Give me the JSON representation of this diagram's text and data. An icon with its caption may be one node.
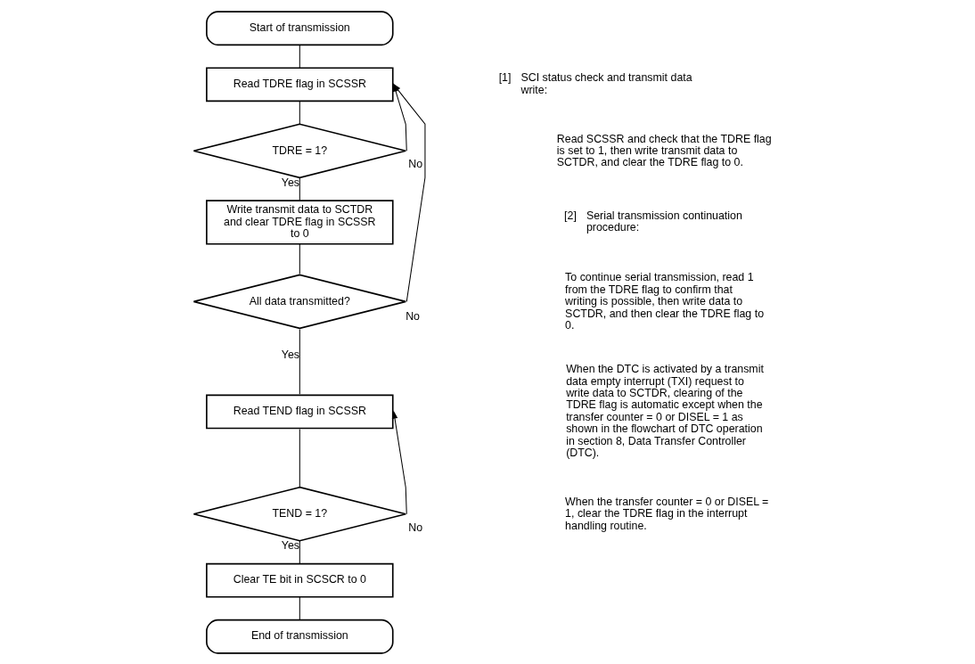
{
  "diagram": {
    "nodes": [
      {
        "text": [
          "Start of transmission"
        ]
      },
      {
        "text": [
          "Read TDRE flag in SCSSR"
        ]
      },
      {
        "text": [
          "TDRE = 1?"
        ]
      },
      {
        "text": [
          "Write transmit data to SCTDR and clear TDRE flag in SCSSR to 0"
        ]
      },
      {
        "text": [
          "All data transmitted?"
        ]
      },
      {
        "text": [
          "Read TEND flag in SCSSR"
        ]
      },
      {
        "text": [
          "TEND = 1?"
        ]
      },
      {
        "text": [
          "Clear TE bit in SCSCR to 0"
        ]
      },
      {
        "text": [
          "End of transmission"
        ]
      }
    ],
    "edges": [
      {
        "from": 0,
        "to": 1,
        "arrow": "none"
      },
      {
        "from": 1,
        "to": 2,
        "arrow": "none"
      },
      {
        "from": 2,
        "to": 1,
        "arrow": "to",
        "label": "No"
      },
      {
        "from": 2,
        "to": 3,
        "arrow": "none",
        "label": "Yes"
      },
      {
        "from": 3,
        "to": 4,
        "arrow": "none"
      },
      {
        "from": 4,
        "to": 1,
        "arrow": "to",
        "label": "No"
      },
      {
        "from": 4,
        "to": 5,
        "arrow": "none",
        "label": "Yes"
      },
      {
        "from": 5,
        "to": 6,
        "arrow": "none"
      },
      {
        "from": 6,
        "to": 5,
        "arrow": "to",
        "label": "No"
      },
      {
        "from": 6,
        "to": 7,
        "arrow": "none",
        "label": "Yes"
      },
      {
        "from": 7,
        "to": 8,
        "arrow": "none"
      }
    ],
    "labels": [
      "[1]",
      "SCI status check and transmit data write:",
      "Read SCSSR and check that the TDRE flag is set to 1, then write transmit data to SCTDR, and clear the TDRE flag to 0.",
      "[2]",
      "Serial transmission continuation procedure:",
      "To continue serial transmission, read 1 from the TDRE flag to confirm that writing is possible, then write data to SCTDR, and then clear the TDRE flag to 0.",
      "When the DTC is activated by a transmit data empty interrupt (TXI) request to write data to SCTDR, clearing of the TDRE flag is automatic except when the transfer counter = 0 or DISEL = 1 as shown in the flowchart of DTC operation in section 8, Data Transfer Controller (DTC).",
      "When the transfer counter = 0 or DISEL = 1, clear the TDRE flag in the interrupt handling routine."
    ]
  }
}
